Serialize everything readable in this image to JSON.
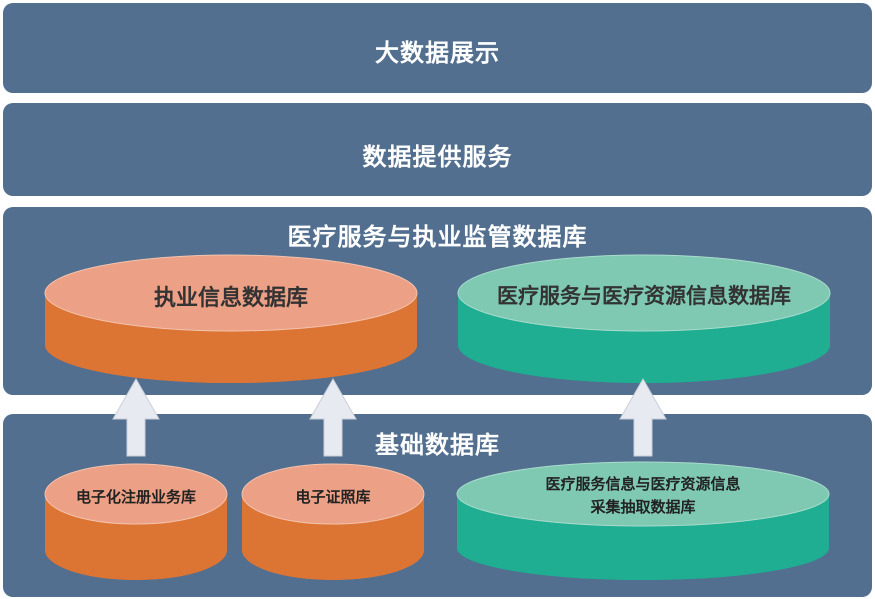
{
  "layers": {
    "top": {
      "title": "大数据展示"
    },
    "service": {
      "title": "数据提供服务"
    },
    "regulation": {
      "title": "医疗服务与执业监管数据库",
      "db_practice": "执业信息数据库",
      "db_medical": "医疗服务与医疗资源信息数据库"
    },
    "base": {
      "title": "基础数据库",
      "db_registration": "电子化注册业务库",
      "db_license": "电子证照库",
      "db_collection_line1": "医疗服务信息与医疗资源信息",
      "db_collection_line2": "采集抽取数据库"
    }
  },
  "colors": {
    "layer_bg": "#526f8f",
    "orange_side": "#dc7434",
    "orange_top": "#eca085",
    "green_side": "#1fae91",
    "green_top": "#7fc9b3",
    "arrow_fill": "#e7eaf1"
  }
}
